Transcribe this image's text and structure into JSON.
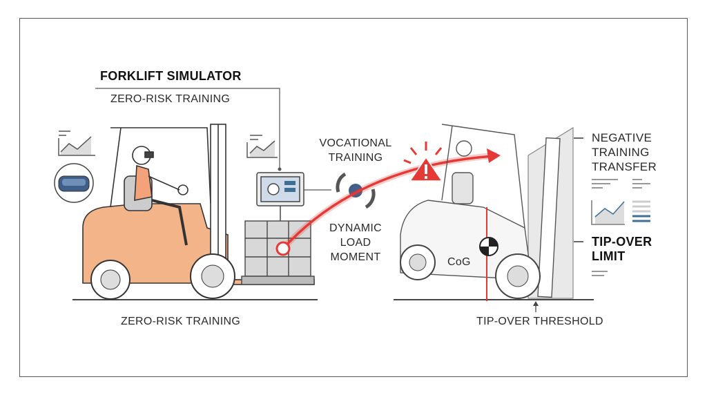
{
  "title": "FORKLIFT SIMULATOR",
  "subtitle": "ZERO-RISK TRAINING",
  "bottom_left_label": "ZERO-RISK TRAINING",
  "vocational": [
    "VOCATIONAL",
    "TRAINING"
  ],
  "dynamic": [
    "DYNAMIC",
    "LOAD",
    "MOMENT"
  ],
  "cog_label": "CoG",
  "negative": [
    "NEGATIVE",
    "TRAINING",
    "TRANSFER"
  ],
  "tipover_limit": [
    "TIP-OVER",
    "LIMIT"
  ],
  "tipover_threshold": "TIP-OVER THRESHOLD",
  "colors": {
    "accent_red": "#e53935",
    "body_orange": "#f4b48a",
    "line": "#333333",
    "chart_blue": "#3f6f95"
  }
}
